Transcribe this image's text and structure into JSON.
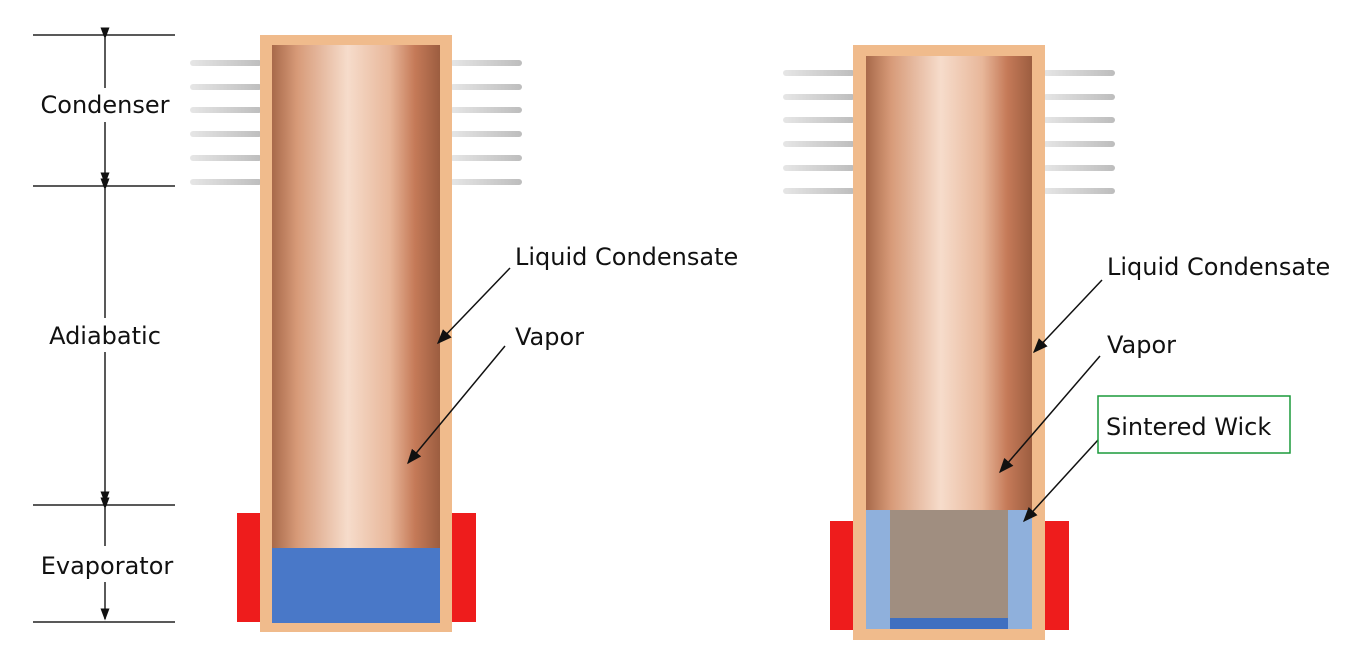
{
  "sections": {
    "condenser": "Condenser",
    "adiabatic": "Adiabatic",
    "evaporator": "Evaporator"
  },
  "left_pipe": {
    "liquid_label": "Liquid Condensate",
    "vapor_label": "Vapor"
  },
  "right_pipe": {
    "liquid_label": "Liquid Condensate",
    "vapor_label": "Vapor",
    "wick_label": "Sintered Wick"
  },
  "colors": {
    "wall": "#f0bb8c",
    "heater": "#ee1c1c",
    "water": "#3f6fc0",
    "wick": "#8fb0dc",
    "highlight_box": "#1a9a3a"
  }
}
